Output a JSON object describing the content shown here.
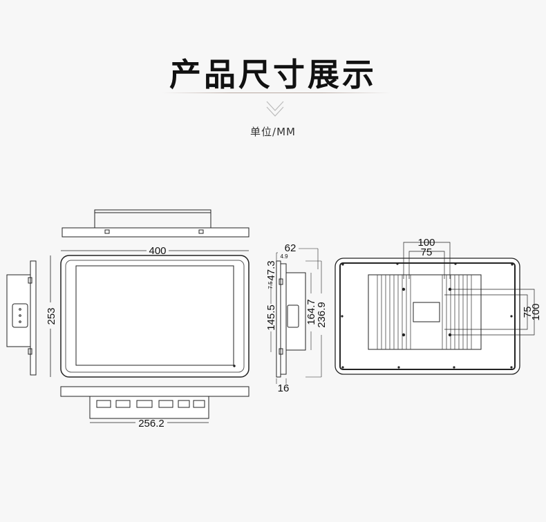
{
  "header": {
    "title": "产品尺寸展示",
    "unit": "单位/MM"
  },
  "dimensions": {
    "front_width": "400",
    "front_height": "253",
    "bottom_width": "256.2",
    "side_depth": "62",
    "side_bezel": "4.9",
    "side_top_offset": "47.3",
    "side_small": "7.5",
    "side_mount": "145.5",
    "side_box": "164.7",
    "side_total": "236.9",
    "side_thickness": "16",
    "vesa_outer_h": "100",
    "vesa_inner_h": "75",
    "vesa_inner_v": "75",
    "vesa_outer_v": "100"
  },
  "colors": {
    "background": "#f7f7f7",
    "line": "#222222"
  }
}
